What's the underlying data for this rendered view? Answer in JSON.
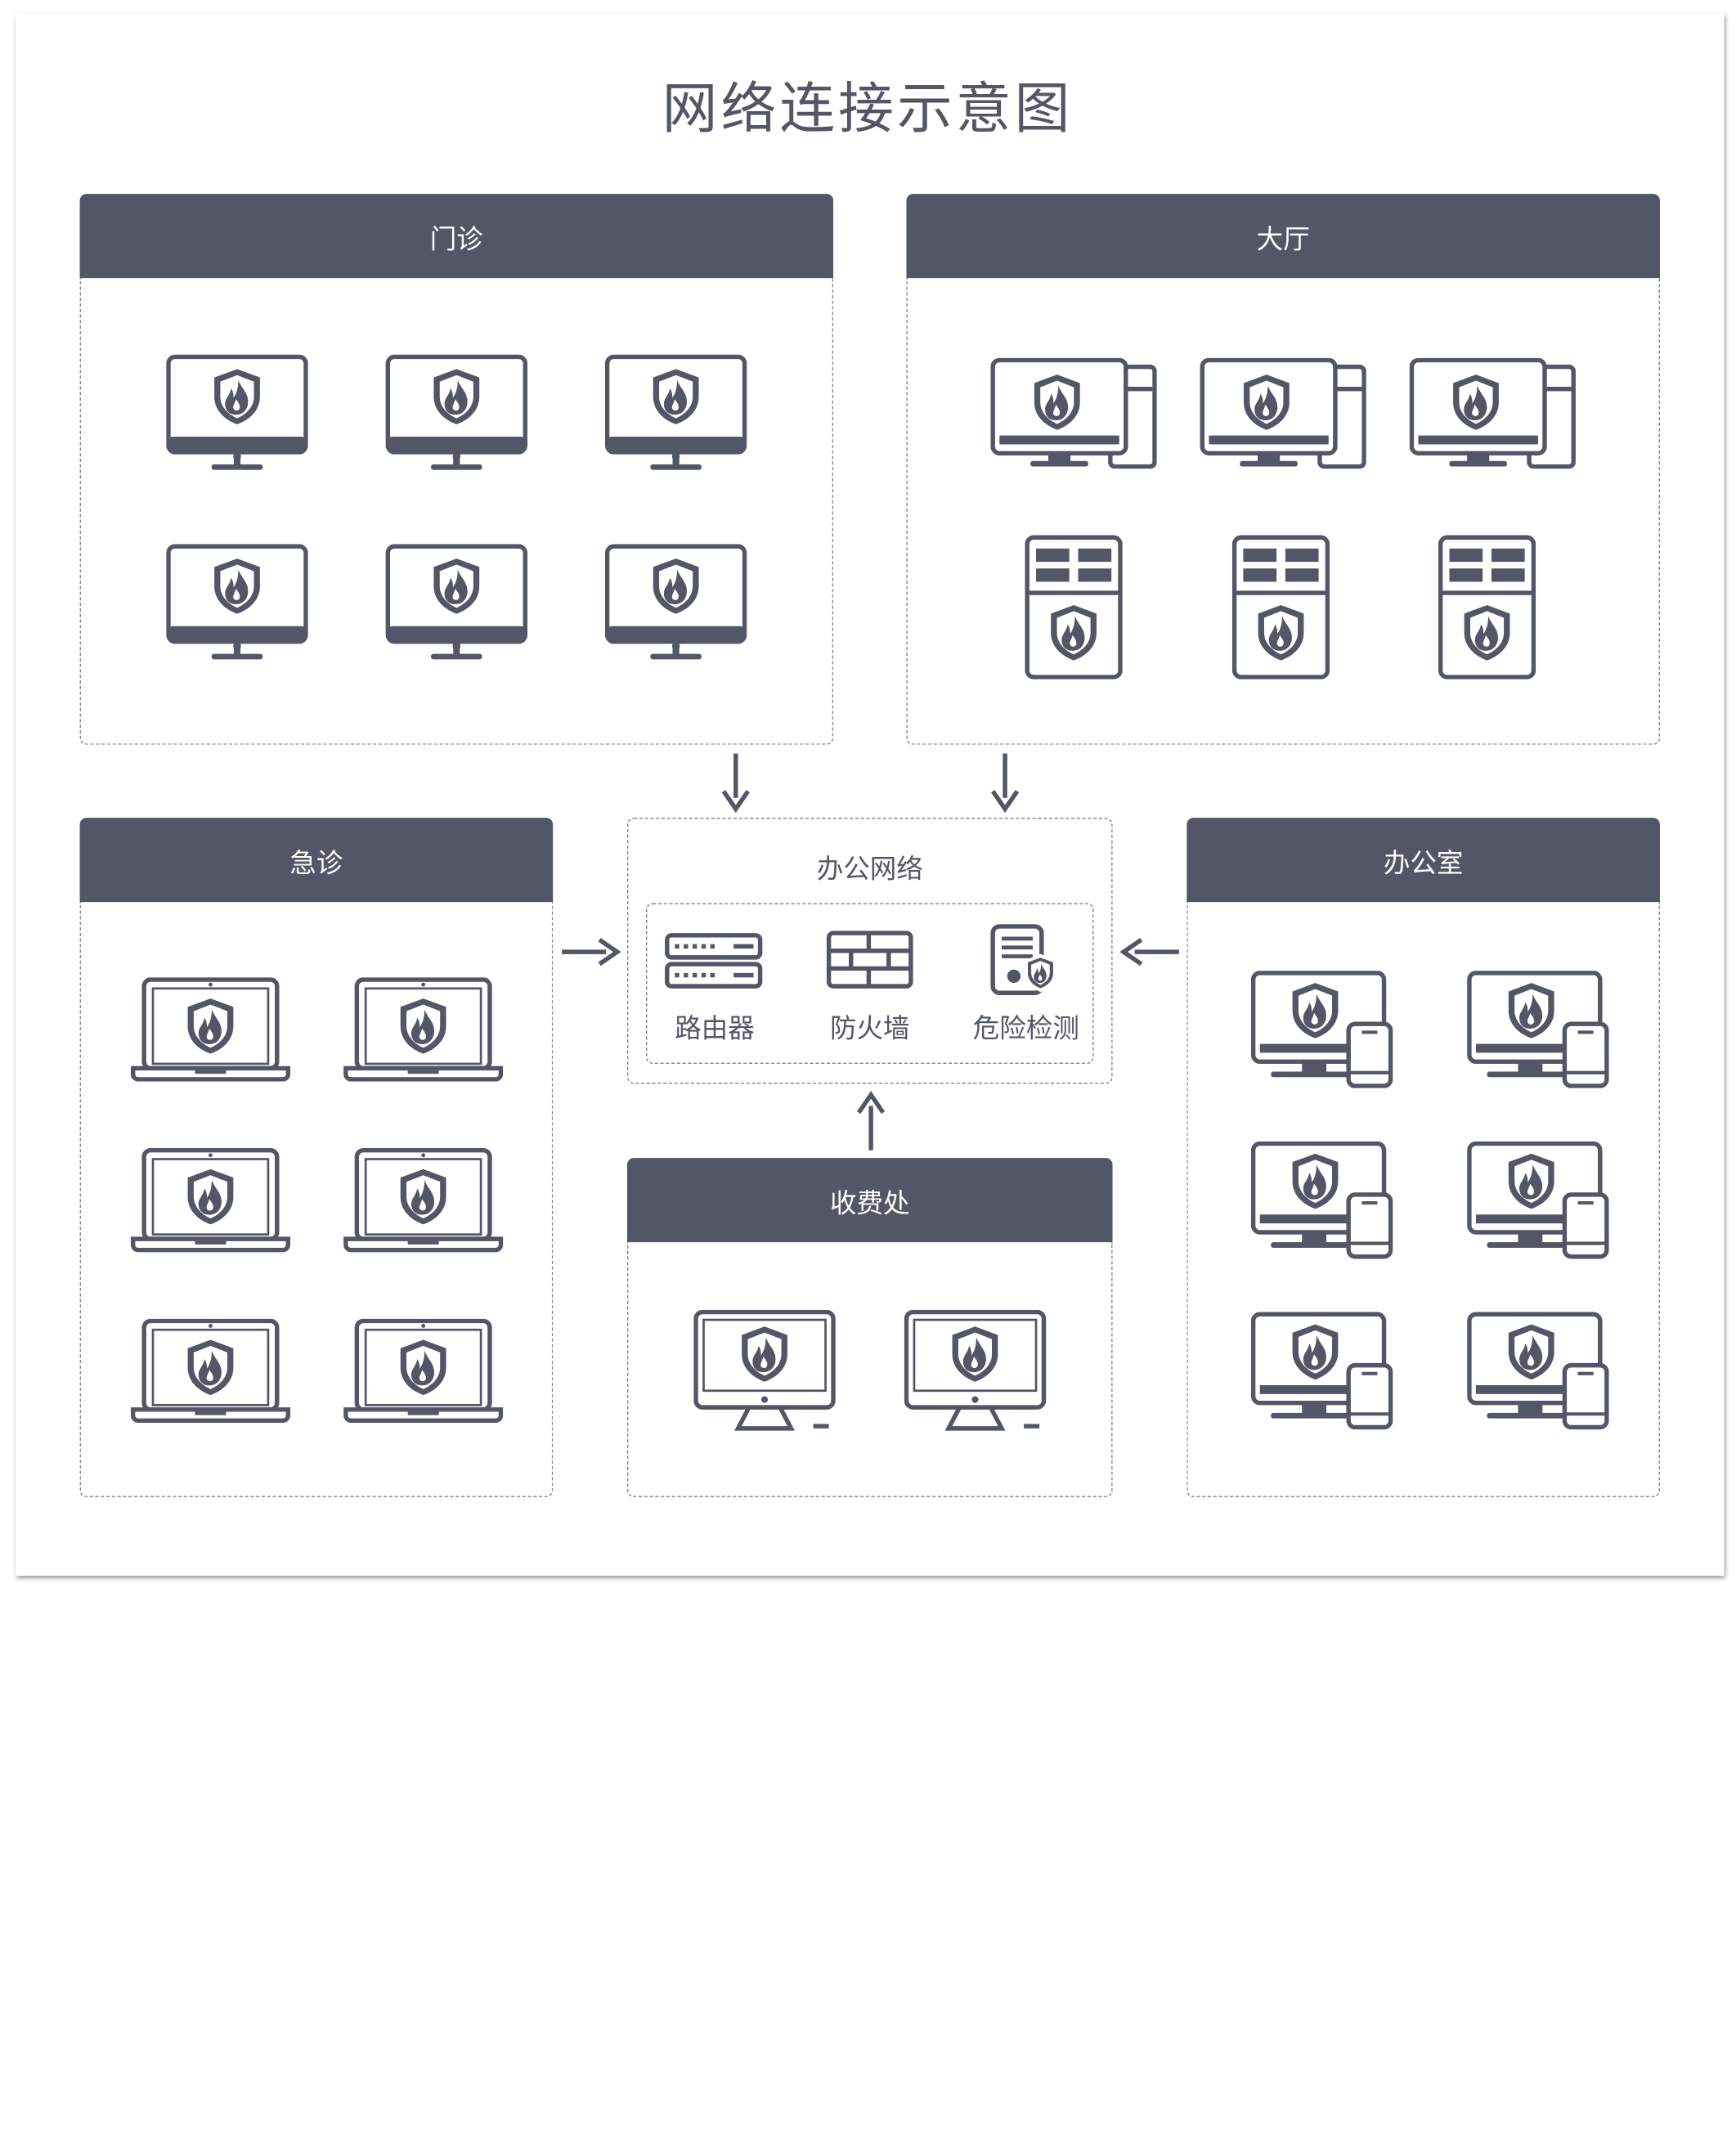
{
  "title": "网络连接示意图",
  "groups": {
    "menzhen": "门诊",
    "dating": "大厅",
    "jizhen": "急诊",
    "bangong_net": "办公网络",
    "bangongshi": "办公室",
    "shoufei": "收费处"
  },
  "devices": {
    "router": "路由器",
    "firewall": "防火墙",
    "detection": "危险检测"
  },
  "colors": {
    "primary": "#525666",
    "border": "#7b7f8c",
    "background": "#ffffff"
  },
  "icons": {
    "monitor": "shield-monitor-icon",
    "desktop_tower": "desktop-with-tower-icon",
    "server": "server-cabinet-icon",
    "laptop": "laptop-icon",
    "desktop_phone": "desktop-with-phone-icon",
    "imac": "imac-icon",
    "router": "router-icon",
    "firewall": "firewall-icon",
    "detection": "threat-detection-icon",
    "arrow": "arrow-icon"
  }
}
